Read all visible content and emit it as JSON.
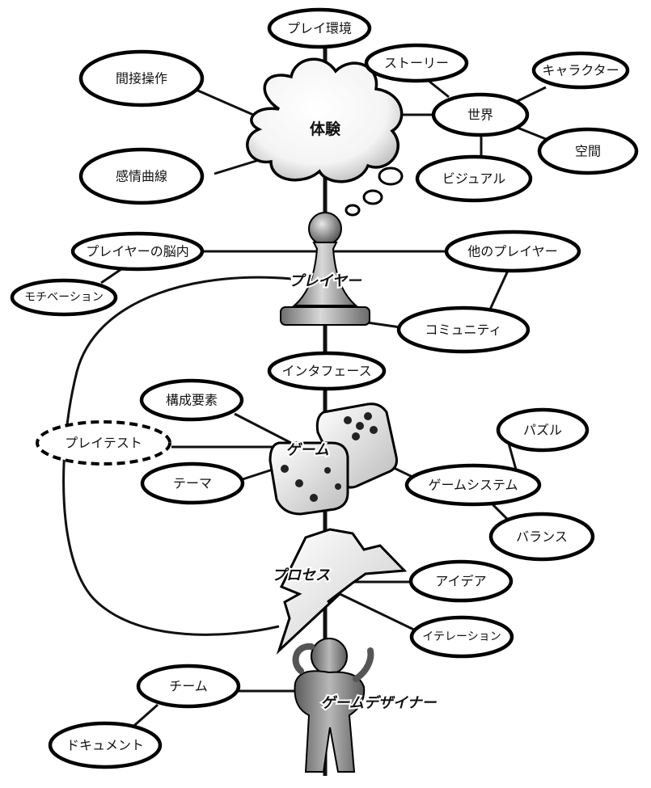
{
  "hubs": {
    "experience": "体験",
    "player": "プレイヤー",
    "game": "ゲーム",
    "process": "プロセス",
    "designer": "ゲームデザイナー"
  },
  "nodes": {
    "play_environment": "プレイ環境",
    "indirect_control": "間接操作",
    "emotion_curve": "感情曲線",
    "story": "ストーリー",
    "world": "世界",
    "character": "キャラクター",
    "space": "空間",
    "visual": "ビジュアル",
    "player_mind": "プレイヤーの脳内",
    "motivation": "モチベーション",
    "other_players": "他のプレイヤー",
    "community": "コミュニティ",
    "interface": "インタフェース",
    "components": "構成要素",
    "playtest": "プレイテスト",
    "theme": "テーマ",
    "puzzle": "パズル",
    "game_system": "ゲームシステム",
    "balance": "バランス",
    "idea": "アイデア",
    "iteration": "イテレーション",
    "team": "チーム",
    "document": "ドキュメント"
  }
}
